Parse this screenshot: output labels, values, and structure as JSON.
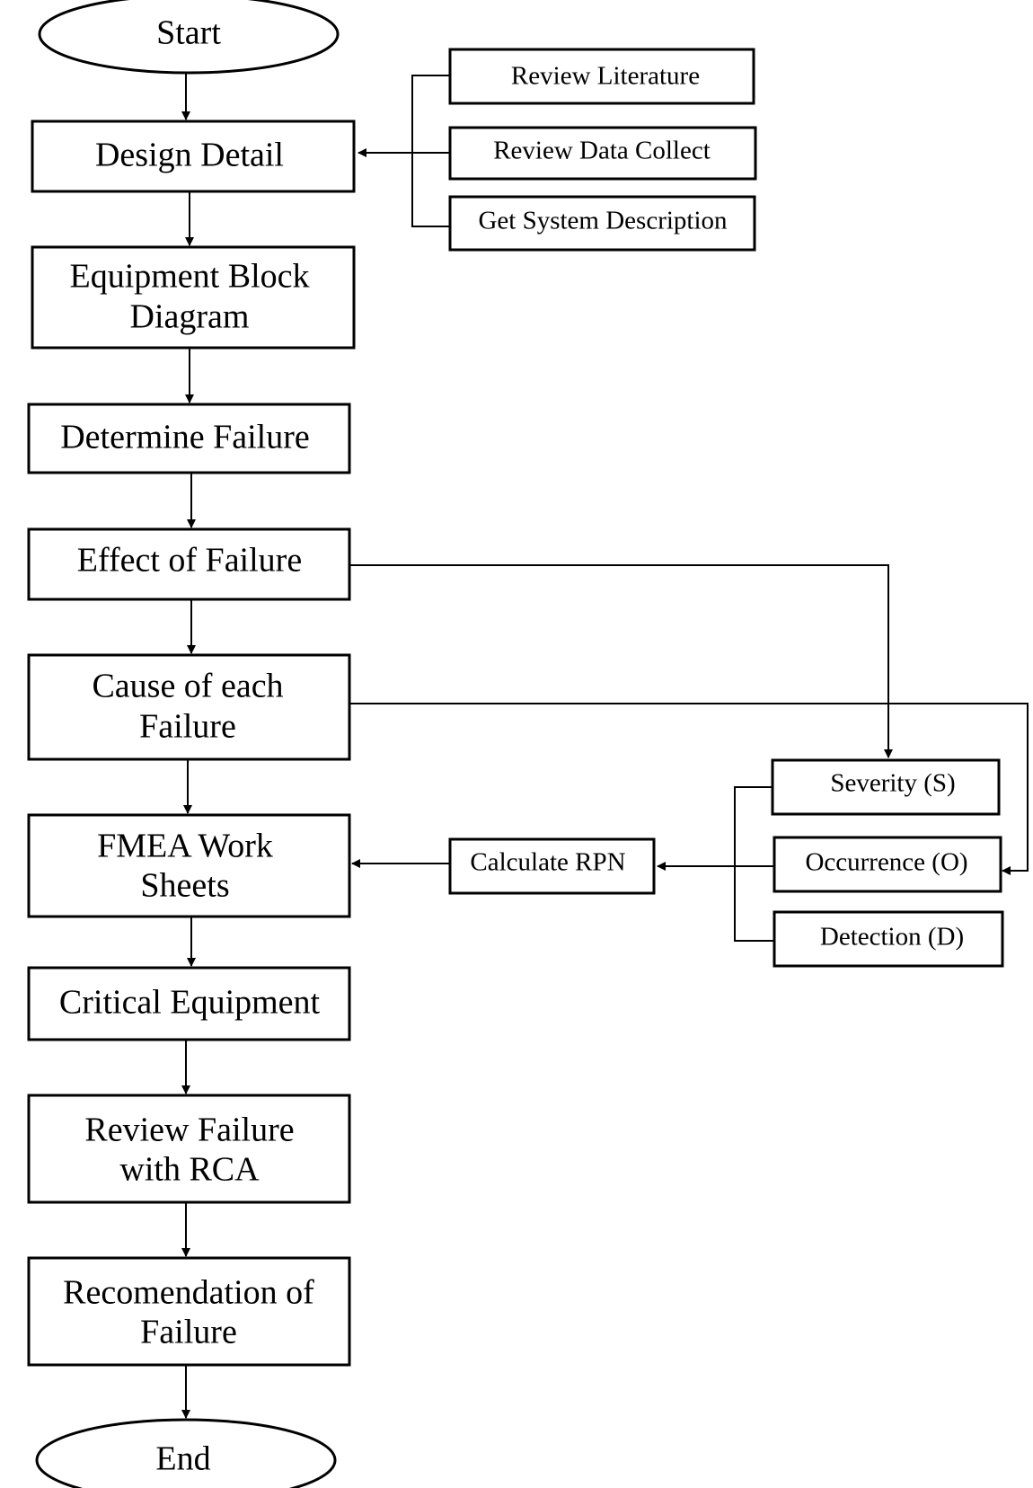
{
  "nodes": {
    "start": "Start",
    "design_detail": "Design Detail",
    "equipment_block_1": "Equipment Block",
    "equipment_block_2": "Diagram",
    "determine_failure": "Determine Failure",
    "effect_of_failure": "Effect of Failure",
    "cause_1": "Cause of each",
    "cause_2": "Failure",
    "fmea_1": "FMEA Work",
    "fmea_2": "Sheets",
    "critical_equipment": "Critical Equipment",
    "review_rca_1": "Review Failure",
    "review_rca_2": "with RCA",
    "recommendation_1": "Recomendation of",
    "recommendation_2": "Failure",
    "end": "End",
    "review_literature": "Review Literature",
    "review_data_collect": "Review Data Collect",
    "get_system_description": "Get System Description",
    "calculate_rpn": "Calculate RPN",
    "severity": "Severity (S)",
    "occurrence": "Occurrence (O)",
    "detection": "Detection (D)"
  },
  "colors": {
    "stroke": "#000000",
    "background": "#ffffff"
  }
}
